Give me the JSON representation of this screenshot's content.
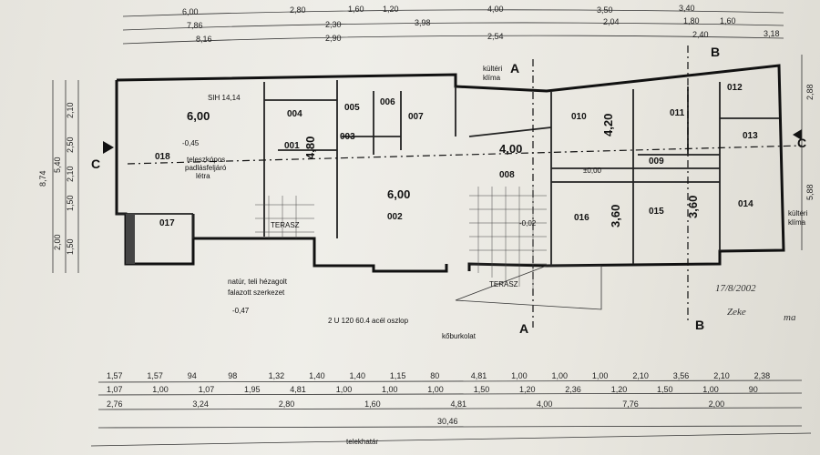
{
  "top_dims": {
    "row1": [
      "6,00",
      "2,80",
      "1,60",
      "1,20",
      "4,00",
      "3,50",
      "3,40"
    ],
    "row2": [
      "7,86",
      "2,30",
      "3,98",
      "2,04",
      "1,80",
      "1,60"
    ],
    "row3": [
      "8,16",
      "2,90",
      "2,54",
      "2,40",
      "3,18"
    ]
  },
  "rooms": {
    "r001": "001",
    "r002": "002",
    "r003": "003",
    "r004": "004",
    "r005": "005",
    "r006": "006",
    "r007": "007",
    "r008": "008",
    "r009": "009",
    "r010": "010",
    "r011": "011",
    "r012": "012",
    "r013": "013",
    "r014": "014",
    "r015": "015",
    "r016": "016",
    "r017": "017",
    "r018": "018"
  },
  "areas": {
    "a018": "6,00",
    "a002": "6,00",
    "a008": "4,00",
    "a001": "4,80",
    "a010": "4,20",
    "a016": "3,60",
    "a015": "3,60"
  },
  "notes": {
    "sh": "SIH 14,14",
    "ladder1": "teleszkópos",
    "ladder2": "padlásfeljáró",
    "ladder3": "létra",
    "joint1": "natúr, teli hézagolt",
    "joint2": "falazott szerkezet",
    "column": "2 U 120 60.4 acél oszlop",
    "paving": "kőburkolat",
    "terrace1": "TERASZ",
    "terrace2": "TERASZ",
    "climate1": "kültéri",
    "climate2": "klíma",
    "climate3": "kültéri",
    "climate4": "klíma",
    "level1": "-0,45",
    "level2": "±0,00",
    "level3": "-0,47",
    "level4": "-0,02",
    "boundary": "telekhatár"
  },
  "sections": {
    "a_top": "A",
    "a_bot": "A",
    "b_top": "B",
    "b_bot": "B",
    "c_left": "C",
    "c_right": "C"
  },
  "handwriting": {
    "date": "17/8/2002",
    "word1": "Zeke",
    "word2": "ma"
  },
  "bottom_dims": {
    "row1": [
      "1,57",
      "1,57",
      "94",
      "98",
      "1,32",
      "1,40",
      "1,40",
      "1,15",
      "80",
      "4,81",
      "1,00",
      "1,00",
      "1,00",
      "2,10",
      "3,56",
      "2,10",
      "2,38"
    ],
    "row2": [
      "1,07",
      "1,00",
      "1,07",
      "1,95",
      "4,81",
      "1,00",
      "1,00",
      "1,00",
      "1,50",
      "1,20",
      "2,36",
      "1,20",
      "1,50",
      "1,00",
      "90"
    ],
    "row3": [
      "2,76",
      "3,24",
      "2,80",
      "1,60",
      "4,81",
      "4,00",
      "7,76",
      "2,00"
    ],
    "total": "30,46"
  },
  "left_dims": [
    "8,74",
    "5,40",
    "2,10",
    "2,50",
    "2,10",
    "1,50",
    "2,00",
    "1,50"
  ],
  "right_dims": [
    "2,88",
    "5,88"
  ]
}
